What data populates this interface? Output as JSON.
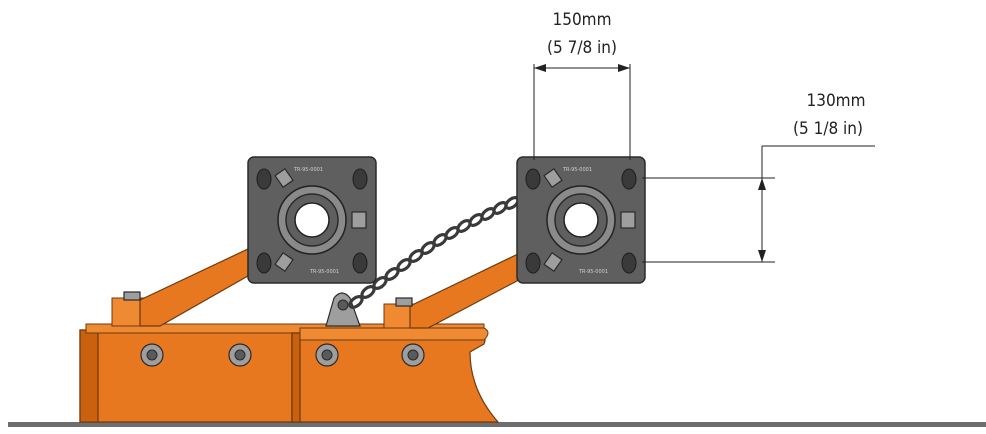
{
  "dimensions": {
    "width": {
      "metric": "150mm",
      "imperial": "(5 7/8 in)"
    },
    "height": {
      "metric": "130mm",
      "imperial": "(5 1/8 in)"
    }
  },
  "colors": {
    "frame": "#E8781F",
    "plate": "#5f5f5f",
    "ground": "#6e6e6e"
  }
}
